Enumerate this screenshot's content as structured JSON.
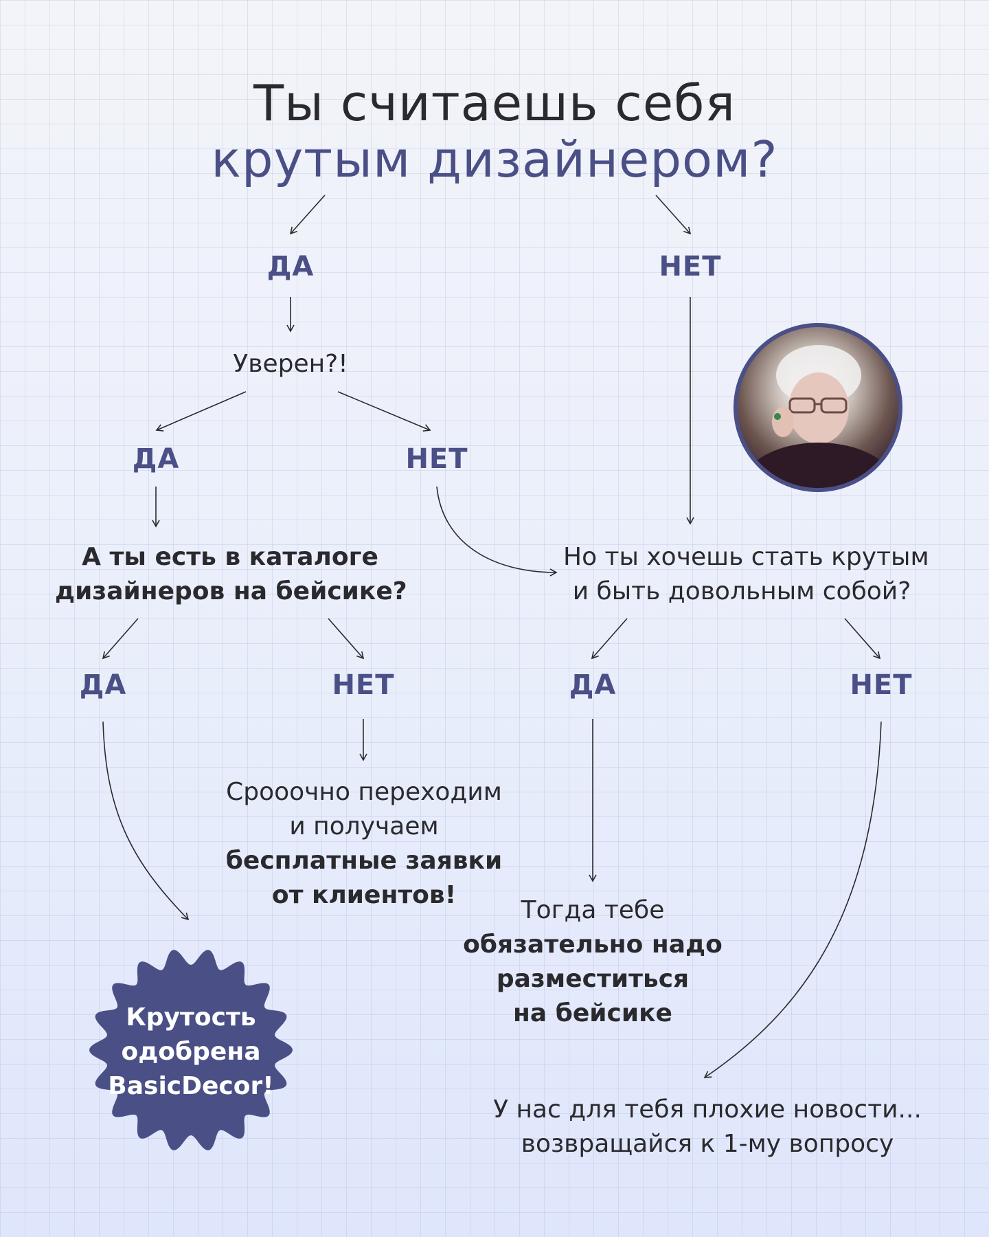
{
  "title": {
    "line1": "Ты считаешь себя",
    "line2": "крутым дизайнером?"
  },
  "nodes": {
    "da1": "ДА",
    "net1": "НЕТ",
    "sure": "Уверен?!",
    "da2": "ДА",
    "net2": "НЕТ",
    "catalog_q": [
      "А ты есть в каталоге",
      "дизайнеров на бейсике?"
    ],
    "want_q": [
      "Но ты хочешь стать крутым",
      "и быть довольным собой?"
    ],
    "da3": "ДА",
    "net3": "НЕТ",
    "da4": "ДА",
    "net4": "НЕТ",
    "go_now": [
      "Срооочно переходим",
      "и получаем",
      "бесплатные заявки",
      "от клиентов!"
    ],
    "then_you": [
      "Тогда тебе",
      "обязательно надо",
      "разместиться",
      "на бейсике"
    ],
    "bad_news": [
      "У нас для тебя плохие новости...",
      "возвращайся к 1-му вопросу"
    ]
  },
  "badge": {
    "lines": [
      "Крутость",
      "одобрена",
      "BasicDecor!"
    ]
  },
  "colors": {
    "accent": "#4a4f86",
    "text": "#2a2a2e",
    "background": "#eef1fb"
  },
  "portrait": {
    "icon": "woman-with-glasses-portrait"
  }
}
